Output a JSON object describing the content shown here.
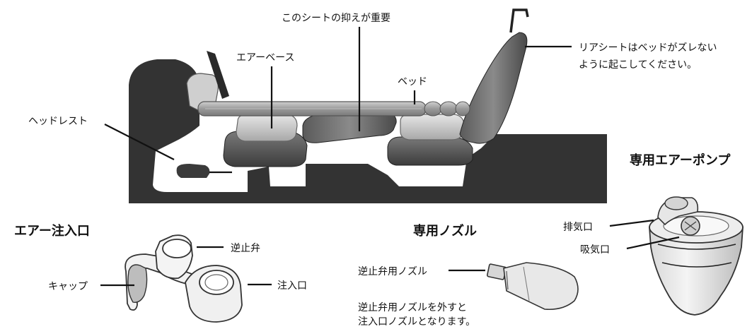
{
  "labels": {
    "seat_hold": "このシートの抑えが重要",
    "air_base": "エアーベース",
    "bed": "ベッド",
    "rear_seat_line1": "リアシートはベッドがズレない",
    "rear_seat_line2": "ように起こしてください。",
    "headrest": "ヘッドレスト",
    "dedicated_pump": "専用エアーポンプ",
    "air_inlet_title": "エアー注入口",
    "check_valve": "逆止弁",
    "cap": "キャップ",
    "inlet": "注入口",
    "dedicated_nozzle": "専用ノズル",
    "check_valve_nozzle": "逆止弁用ノズル",
    "nozzle_note_line1": "逆止弁用ノズルを外すと",
    "nozzle_note_line2": "注入口ノズルとなります。",
    "exhaust": "排気口",
    "intake": "吸気口"
  }
}
